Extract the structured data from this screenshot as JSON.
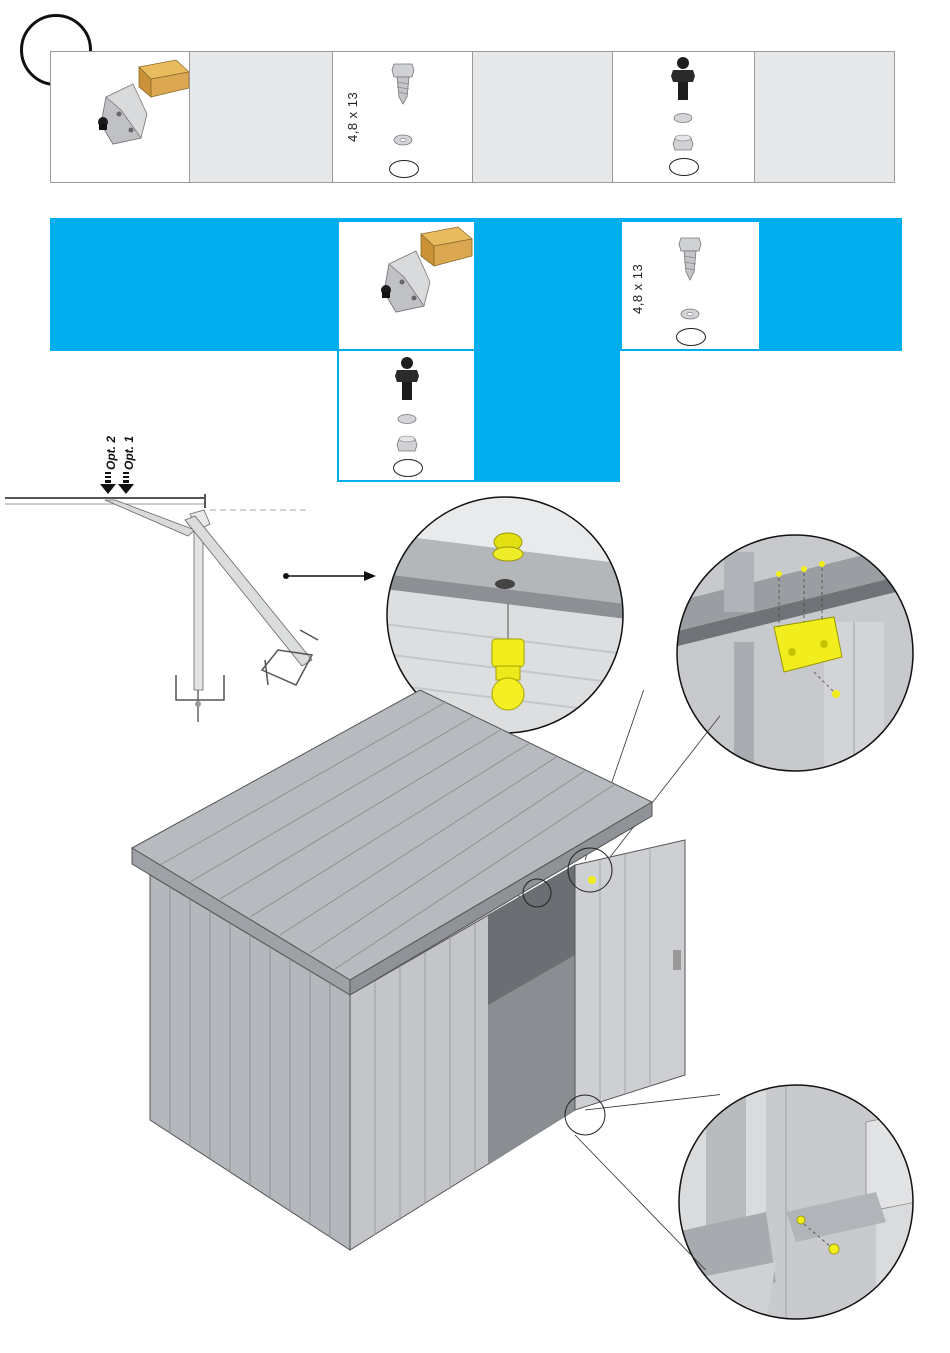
{
  "header": {
    "step_number": ""
  },
  "parts_row": {
    "screw_size_label": "4,8 x 13",
    "cells": [
      {
        "name": "bracket-with-box",
        "quantity": ""
      },
      {
        "name": "empty",
        "quantity": ""
      },
      {
        "name": "screw-washer",
        "quantity": ""
      },
      {
        "name": "empty",
        "quantity": ""
      },
      {
        "name": "ball-stud-washer-nut",
        "quantity": ""
      },
      {
        "name": "empty",
        "quantity": ""
      }
    ]
  },
  "blue_table": {
    "screw_size_label": "4,8 x 13",
    "band_color": "#00aeef"
  },
  "options": {
    "opt2_label": "Opt. 2",
    "opt1_label": "Opt. 1"
  },
  "colors": {
    "accent_blue": "#00aeef",
    "highlight_yellow": "#f2ee1d",
    "box_tan": "#d9a64a",
    "metal_grey": "#b9bcbf"
  }
}
